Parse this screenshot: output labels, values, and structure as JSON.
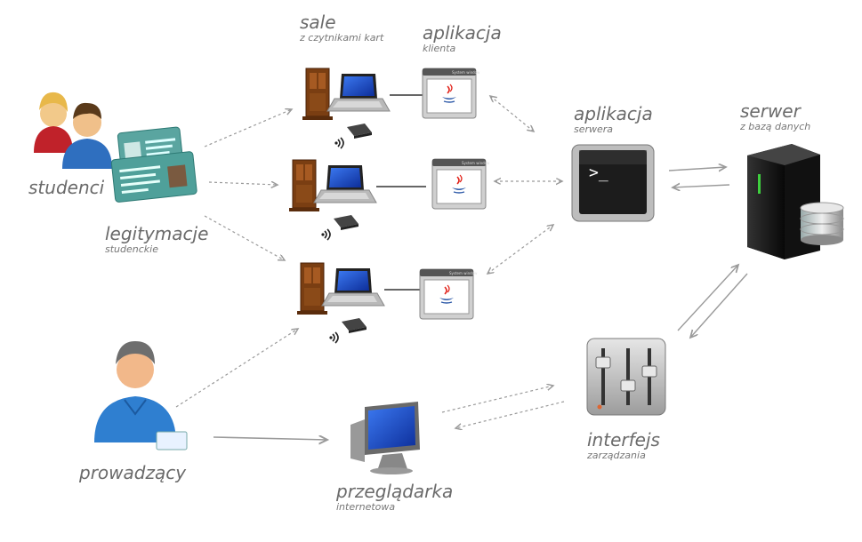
{
  "labels": {
    "sale": {
      "main": "sale",
      "sub": "z czytnikami kart"
    },
    "aplikacja_klienta": {
      "main": "aplikacja",
      "sub": "klienta"
    },
    "aplikacja_serwera": {
      "main": "aplikacja",
      "sub": "serwera"
    },
    "serwer": {
      "main": "serwer",
      "sub": "z bazą danych"
    },
    "studenci": {
      "main": "studenci"
    },
    "legitymacje": {
      "main": "legitymacje",
      "sub": "studenckie"
    },
    "prowadzacy": {
      "main": "prowadzący"
    },
    "przegladarka": {
      "main": "przeglądarka",
      "sub": "internetowa"
    },
    "interfejs": {
      "main": "interfejs",
      "sub": "zarządzania"
    }
  },
  "window_title": "System window",
  "terminal_prompt": ">_",
  "colors": {
    "arrow_gray": "#9a9a9a",
    "laptop_blue": "#1f4fd6",
    "door_brown": "#7a3e12",
    "server_black": "#1a1a1a",
    "server_green": "#3ecf3e",
    "java_red": "#e2231a",
    "java_blue": "#2e5aa8"
  },
  "icons": [
    "student-icon",
    "student-card-icon",
    "door-icon",
    "laptop-icon",
    "card-reader-icon",
    "wireless-icon",
    "java-window-icon",
    "terminal-icon",
    "server-icon",
    "database-icon",
    "mixer-icon",
    "desktop-monitor-icon",
    "teacher-icon"
  ]
}
